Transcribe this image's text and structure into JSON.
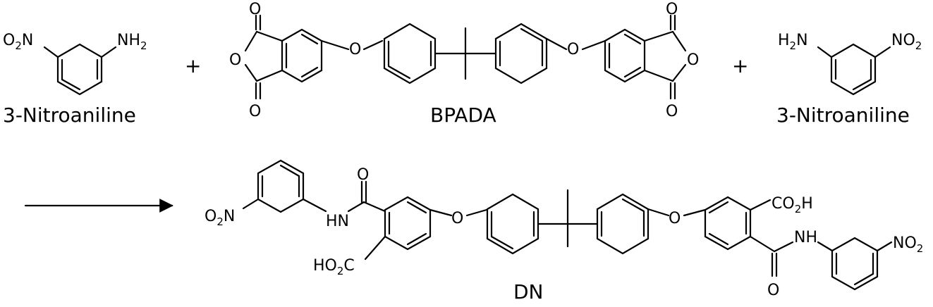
{
  "reactants": [
    {
      "name": "3-Nitroaniline"
    },
    {
      "name": "BPADA"
    },
    {
      "name": "3-Nitroaniline"
    }
  ],
  "plus_signs": [
    "+",
    "+"
  ],
  "product": {
    "name": "DN"
  },
  "atom_labels": {
    "o2n": "O2N",
    "nh2": "NH2",
    "h2n": "H2N",
    "no2": "NO2",
    "o": "O",
    "hn": "HN",
    "nh": "NH",
    "co2h": "CO2H",
    "ho2c": "HO2C"
  }
}
